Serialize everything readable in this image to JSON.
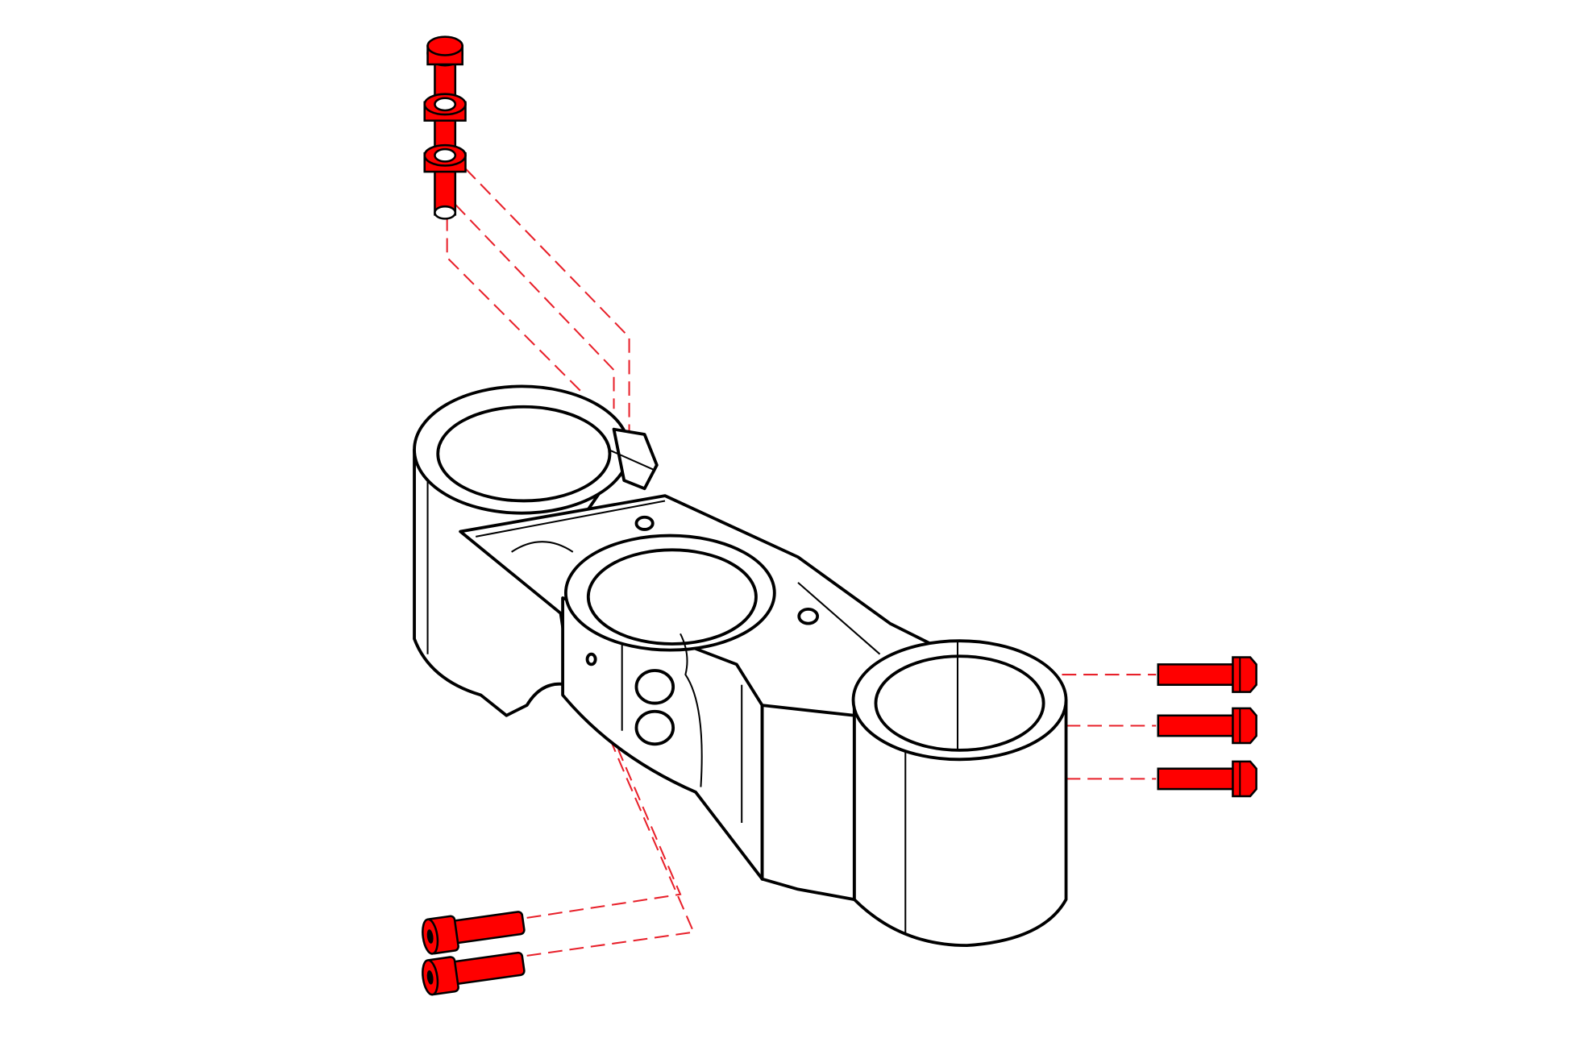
{
  "diagram": {
    "type": "exploded-assembly",
    "subject": "triple-clamp",
    "colors": {
      "line": "#000000",
      "background": "#ffffff",
      "fasteners": "#ff0000",
      "guide_lines": "#e8202a"
    },
    "fasteners": [
      {
        "id": "top-pinch-bolt",
        "count": 1,
        "washers": 2
      },
      {
        "id": "stem-clamp-bolts",
        "count": 2
      },
      {
        "id": "fork-clamp-bolts",
        "count": 3
      }
    ]
  }
}
